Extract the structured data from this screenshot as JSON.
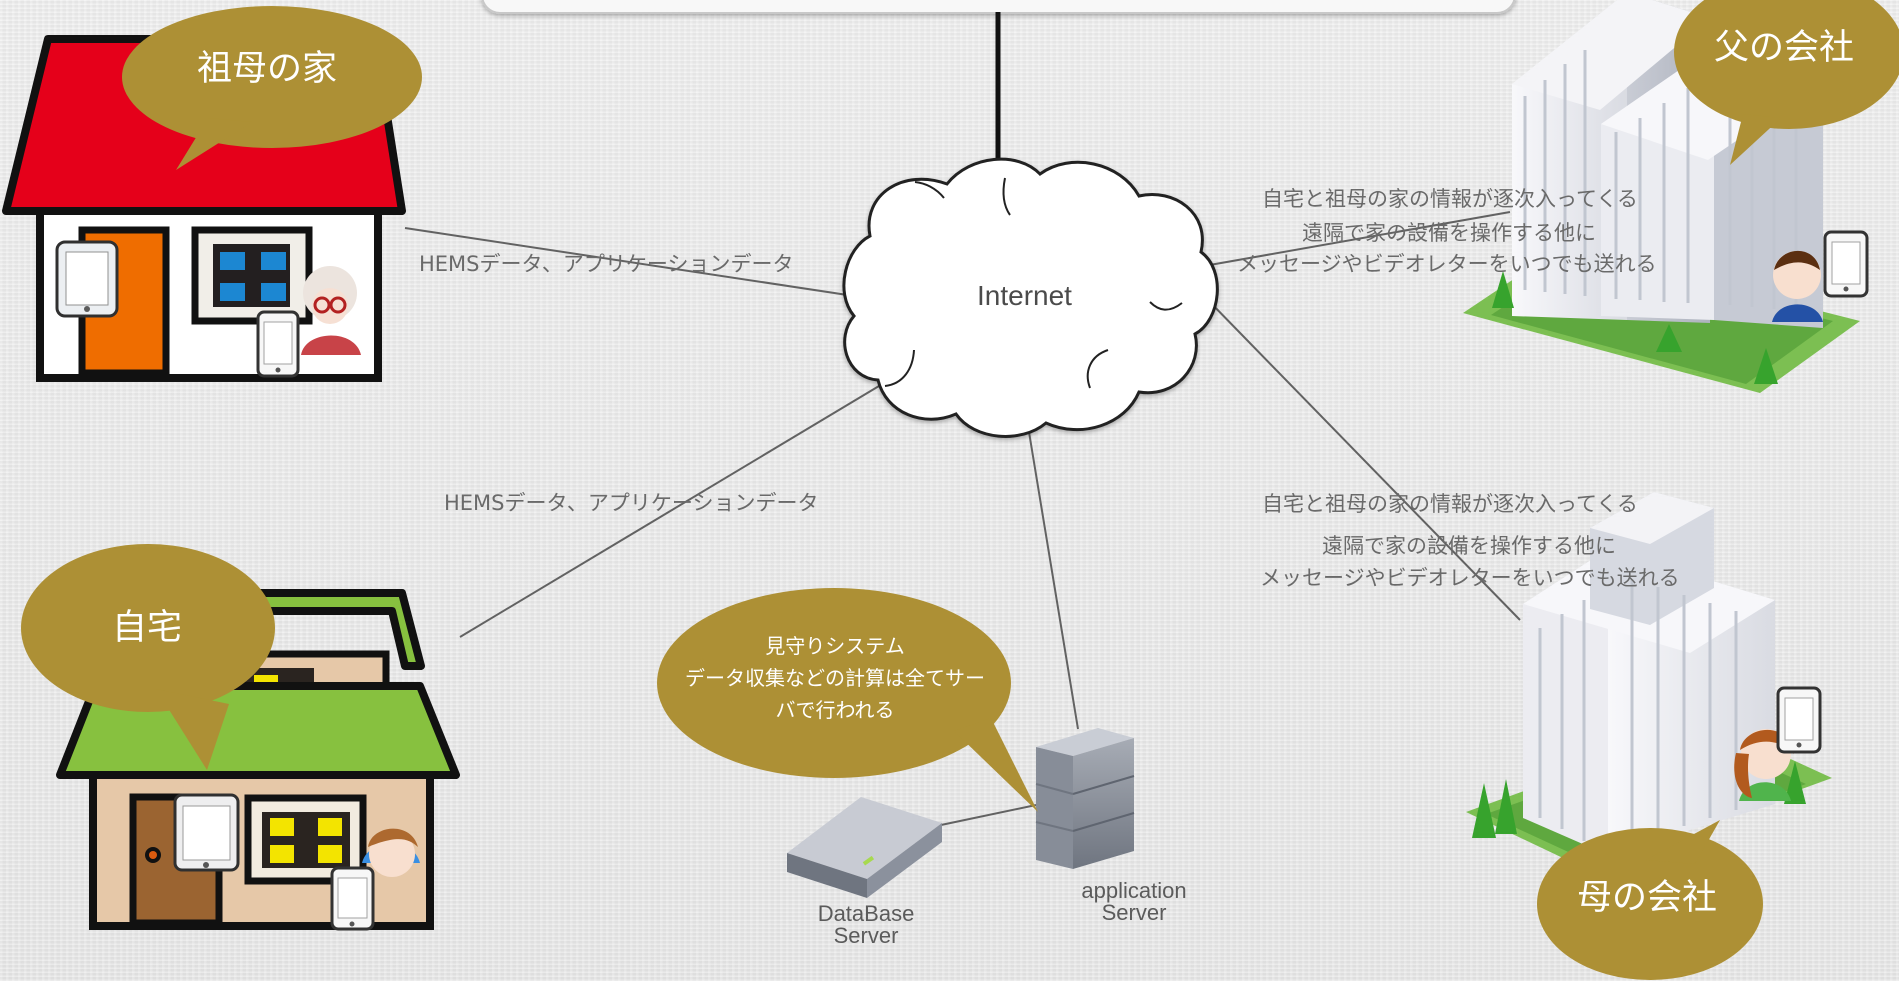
{
  "diagram": {
    "top_bar": {
      "label": ""
    },
    "network": {
      "internet_label": "Internet"
    },
    "places": {
      "grandmother_house": "祖母の家",
      "home": "自宅",
      "father_company": "父の会社",
      "mother_company": "母の会社"
    },
    "edges": {
      "grandmother_house": "HEMSデータ、アプリケーションデータ",
      "home": "HEMSデータ、アプリケーションデータ",
      "father_company": [
        "自宅と祖母の家の情報が逐次入ってくる",
        "遠隔で家の設備を操作する他に",
        "メッセージやビデオレターをいつでも送れる"
      ],
      "mother_company": [
        "自宅と祖母の家の情報が逐次入ってくる",
        "遠隔で家の設備を操作する他に",
        "メッセージやビデオレターをいつでも送れる"
      ]
    },
    "servers": {
      "database_label_line1": "DataBase",
      "database_label_line2": "Server",
      "application_label_line1": "application",
      "application_label_line2": "Server"
    },
    "watch_bubble": {
      "line1": "見守りシステム",
      "line2": "データ収集などの計算は全てサー",
      "line3": "バで行われる"
    }
  },
  "colors": {
    "bubble_gold": "#ad9035",
    "roof_red": "#e5001a",
    "roof_green": "#87c13f",
    "line_gray": "#626262",
    "server_gray": "#7a7f8b"
  },
  "icons": [
    "cloud-icon",
    "house-icon",
    "building-icon",
    "server-icon",
    "tablet-icon",
    "person-icon",
    "speech-bubble-icon"
  ]
}
